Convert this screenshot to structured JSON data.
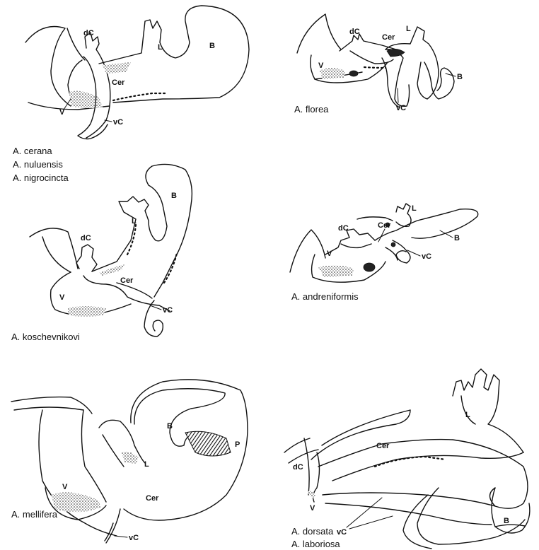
{
  "figure": {
    "panels": [
      {
        "species": [
          "A. cerana",
          "A. nuluensis",
          "A. nigrocincta"
        ],
        "labels": {
          "dC": "dC",
          "cer": "Cer",
          "l": "L",
          "b": "B",
          "v": "V",
          "vc": "vC"
        }
      },
      {
        "species": [
          "A. florea"
        ],
        "labels": {
          "dC": "dC",
          "cer": "Cer",
          "l": "L",
          "b": "B",
          "v": "V",
          "vc": "vC"
        }
      },
      {
        "species": [
          "A. koschevnikovi"
        ],
        "labels": {
          "dC": "dC",
          "cer": "Cer",
          "l": "L",
          "b": "B",
          "v": "V",
          "vc": "vC"
        }
      },
      {
        "species": [
          "A. andreniformis"
        ],
        "labels": {
          "dC": "dC",
          "cer": "Cer",
          "l": "L",
          "b": "B",
          "v": "V",
          "vc": "vC"
        }
      },
      {
        "species": [
          "A. mellifera"
        ],
        "labels": {
          "b": "B",
          "p": "P",
          "l": "L",
          "v": "V",
          "cer": "Cer",
          "vc": "vC"
        }
      },
      {
        "species": [
          "A. dorsata",
          "A. laboriosa"
        ],
        "labels": {
          "cer": "Cer",
          "l": "L",
          "dC": "dC",
          "v": "V",
          "b": "B",
          "vc": "vC"
        }
      }
    ]
  }
}
